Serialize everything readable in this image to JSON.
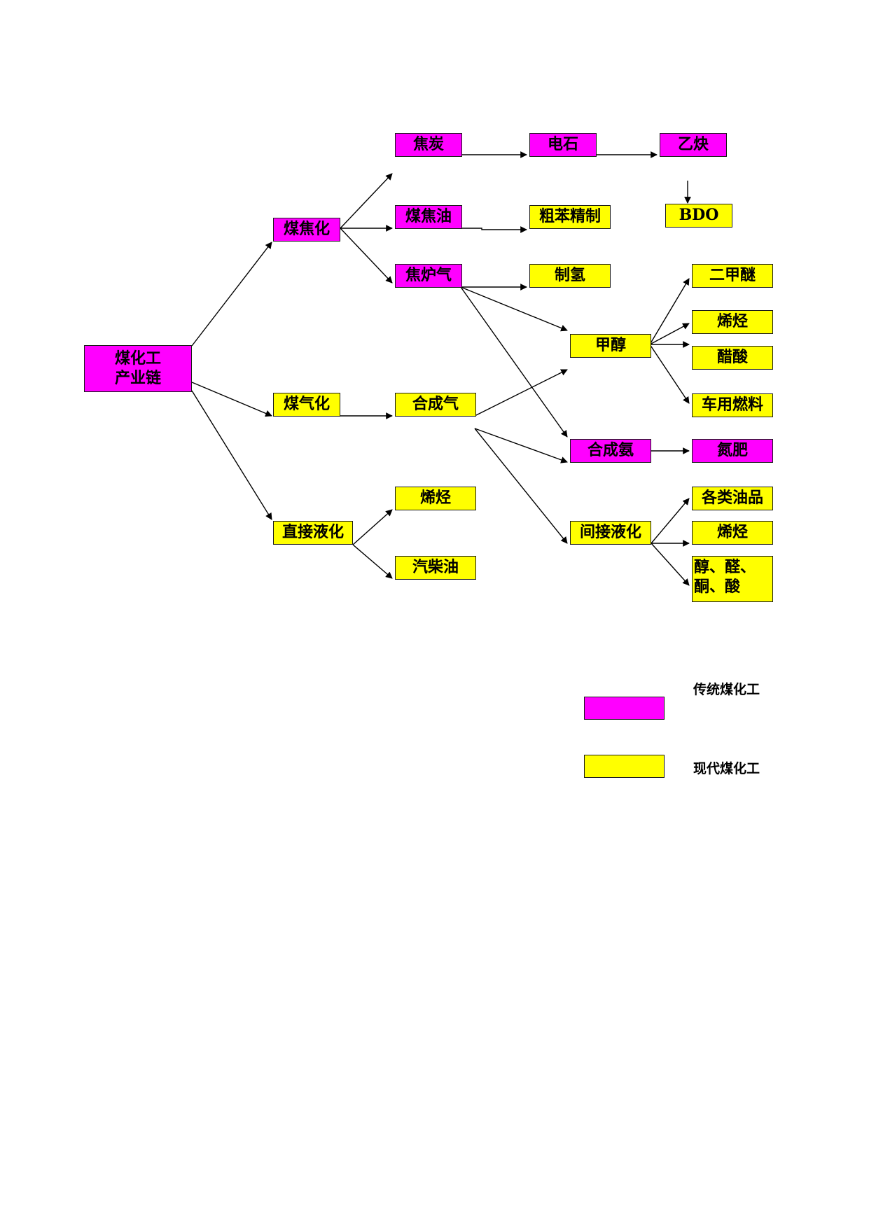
{
  "nodes": {
    "root": "煤化工\n产业链",
    "coking": "煤焦化",
    "gasification": "煤气化",
    "direct_liquefaction": "直接液化",
    "coke": "焦炭",
    "coal_tar": "煤焦油",
    "coke_oven_gas": "焦炉气",
    "syngas": "合成气",
    "olefins_a": "烯烃",
    "gasoline_diesel": "汽柴油",
    "calcium_carbide": "电石",
    "crude_benzene": "粗苯精制",
    "hydrogen": "制氢",
    "methanol": "甲醇",
    "ammonia": "合成氨",
    "indirect_liquefaction": "间接液化",
    "acetylene": "乙炔",
    "bdo": "BDO",
    "dme": "二甲醚",
    "olefins_b": "烯烃",
    "acetic_acid": "醋酸",
    "vehicle_fuel": "车用燃料",
    "fertilizer": "氮肥",
    "oil_products": "各类油品",
    "olefins_c": "烯烃",
    "alcohols_etc": "醇、醛、酮、酸"
  },
  "legend": {
    "traditional": "传统煤化工",
    "modern": "现代煤化工"
  },
  "colors": {
    "traditional": "#ff00ff",
    "modern": "#ffff00",
    "line": "#000000"
  }
}
